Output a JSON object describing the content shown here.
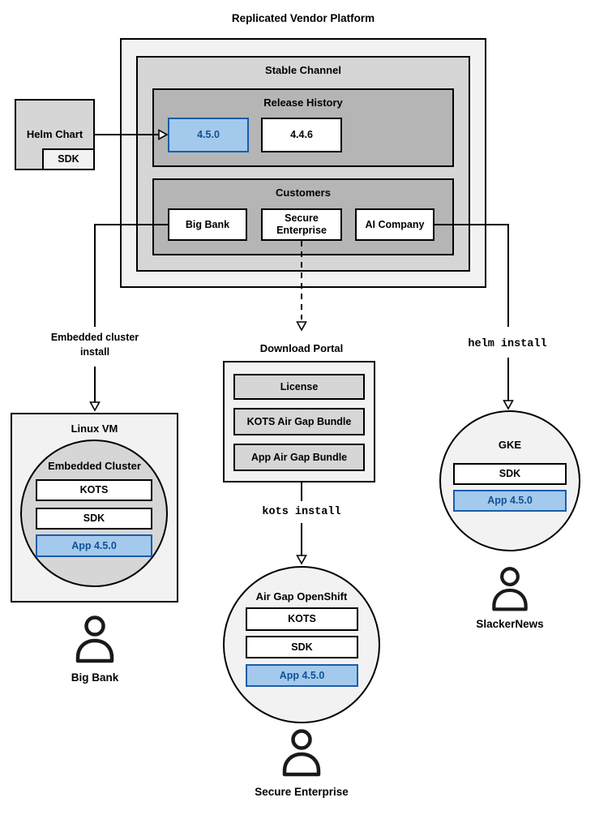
{
  "colors": {
    "highlight_fill": "#a3c9ec",
    "highlight_border": "#1a5dab",
    "highlight_text": "#134f96",
    "container_light": "#f2f2f2",
    "container_mid": "#d6d6d6",
    "container_dark": "#b5b5b5",
    "line": "#000000"
  },
  "platform": {
    "title": "Replicated Vendor Platform",
    "stable_channel": {
      "label": "Stable Channel",
      "release_history": {
        "label": "Release History",
        "releases": [
          {
            "version": "4.5.0",
            "highlighted": true
          },
          {
            "version": "4.4.6",
            "highlighted": false
          }
        ]
      },
      "customers": {
        "label": "Customers",
        "items": [
          {
            "name": "Big Bank"
          },
          {
            "name": "Secure Enterprise"
          },
          {
            "name": "AI Company"
          }
        ]
      }
    }
  },
  "helm_chart": {
    "label": "Helm Chart",
    "sdk": "SDK"
  },
  "flows": {
    "embedded": {
      "label": "Embedded cluster install"
    },
    "download": {
      "label": "Download Portal",
      "portal_items": [
        "License",
        "KOTS Air Gap Bundle",
        "App Air Gap Bundle"
      ],
      "install_label": "kots install"
    },
    "helm": {
      "label": "helm install"
    }
  },
  "environments": {
    "linux_vm": {
      "label": "Linux VM",
      "cluster_label": "Embedded Cluster",
      "components": [
        "KOTS",
        "SDK",
        "App 4.5.0"
      ],
      "user": "Big Bank"
    },
    "gke": {
      "label": "GKE",
      "components": [
        "SDK",
        "App 4.5.0"
      ],
      "user": "SlackerNews"
    },
    "openshift": {
      "label": "Air Gap OpenShift",
      "components": [
        "KOTS",
        "SDK",
        "App 4.5.0"
      ],
      "user": "Secure Enterprise"
    }
  }
}
